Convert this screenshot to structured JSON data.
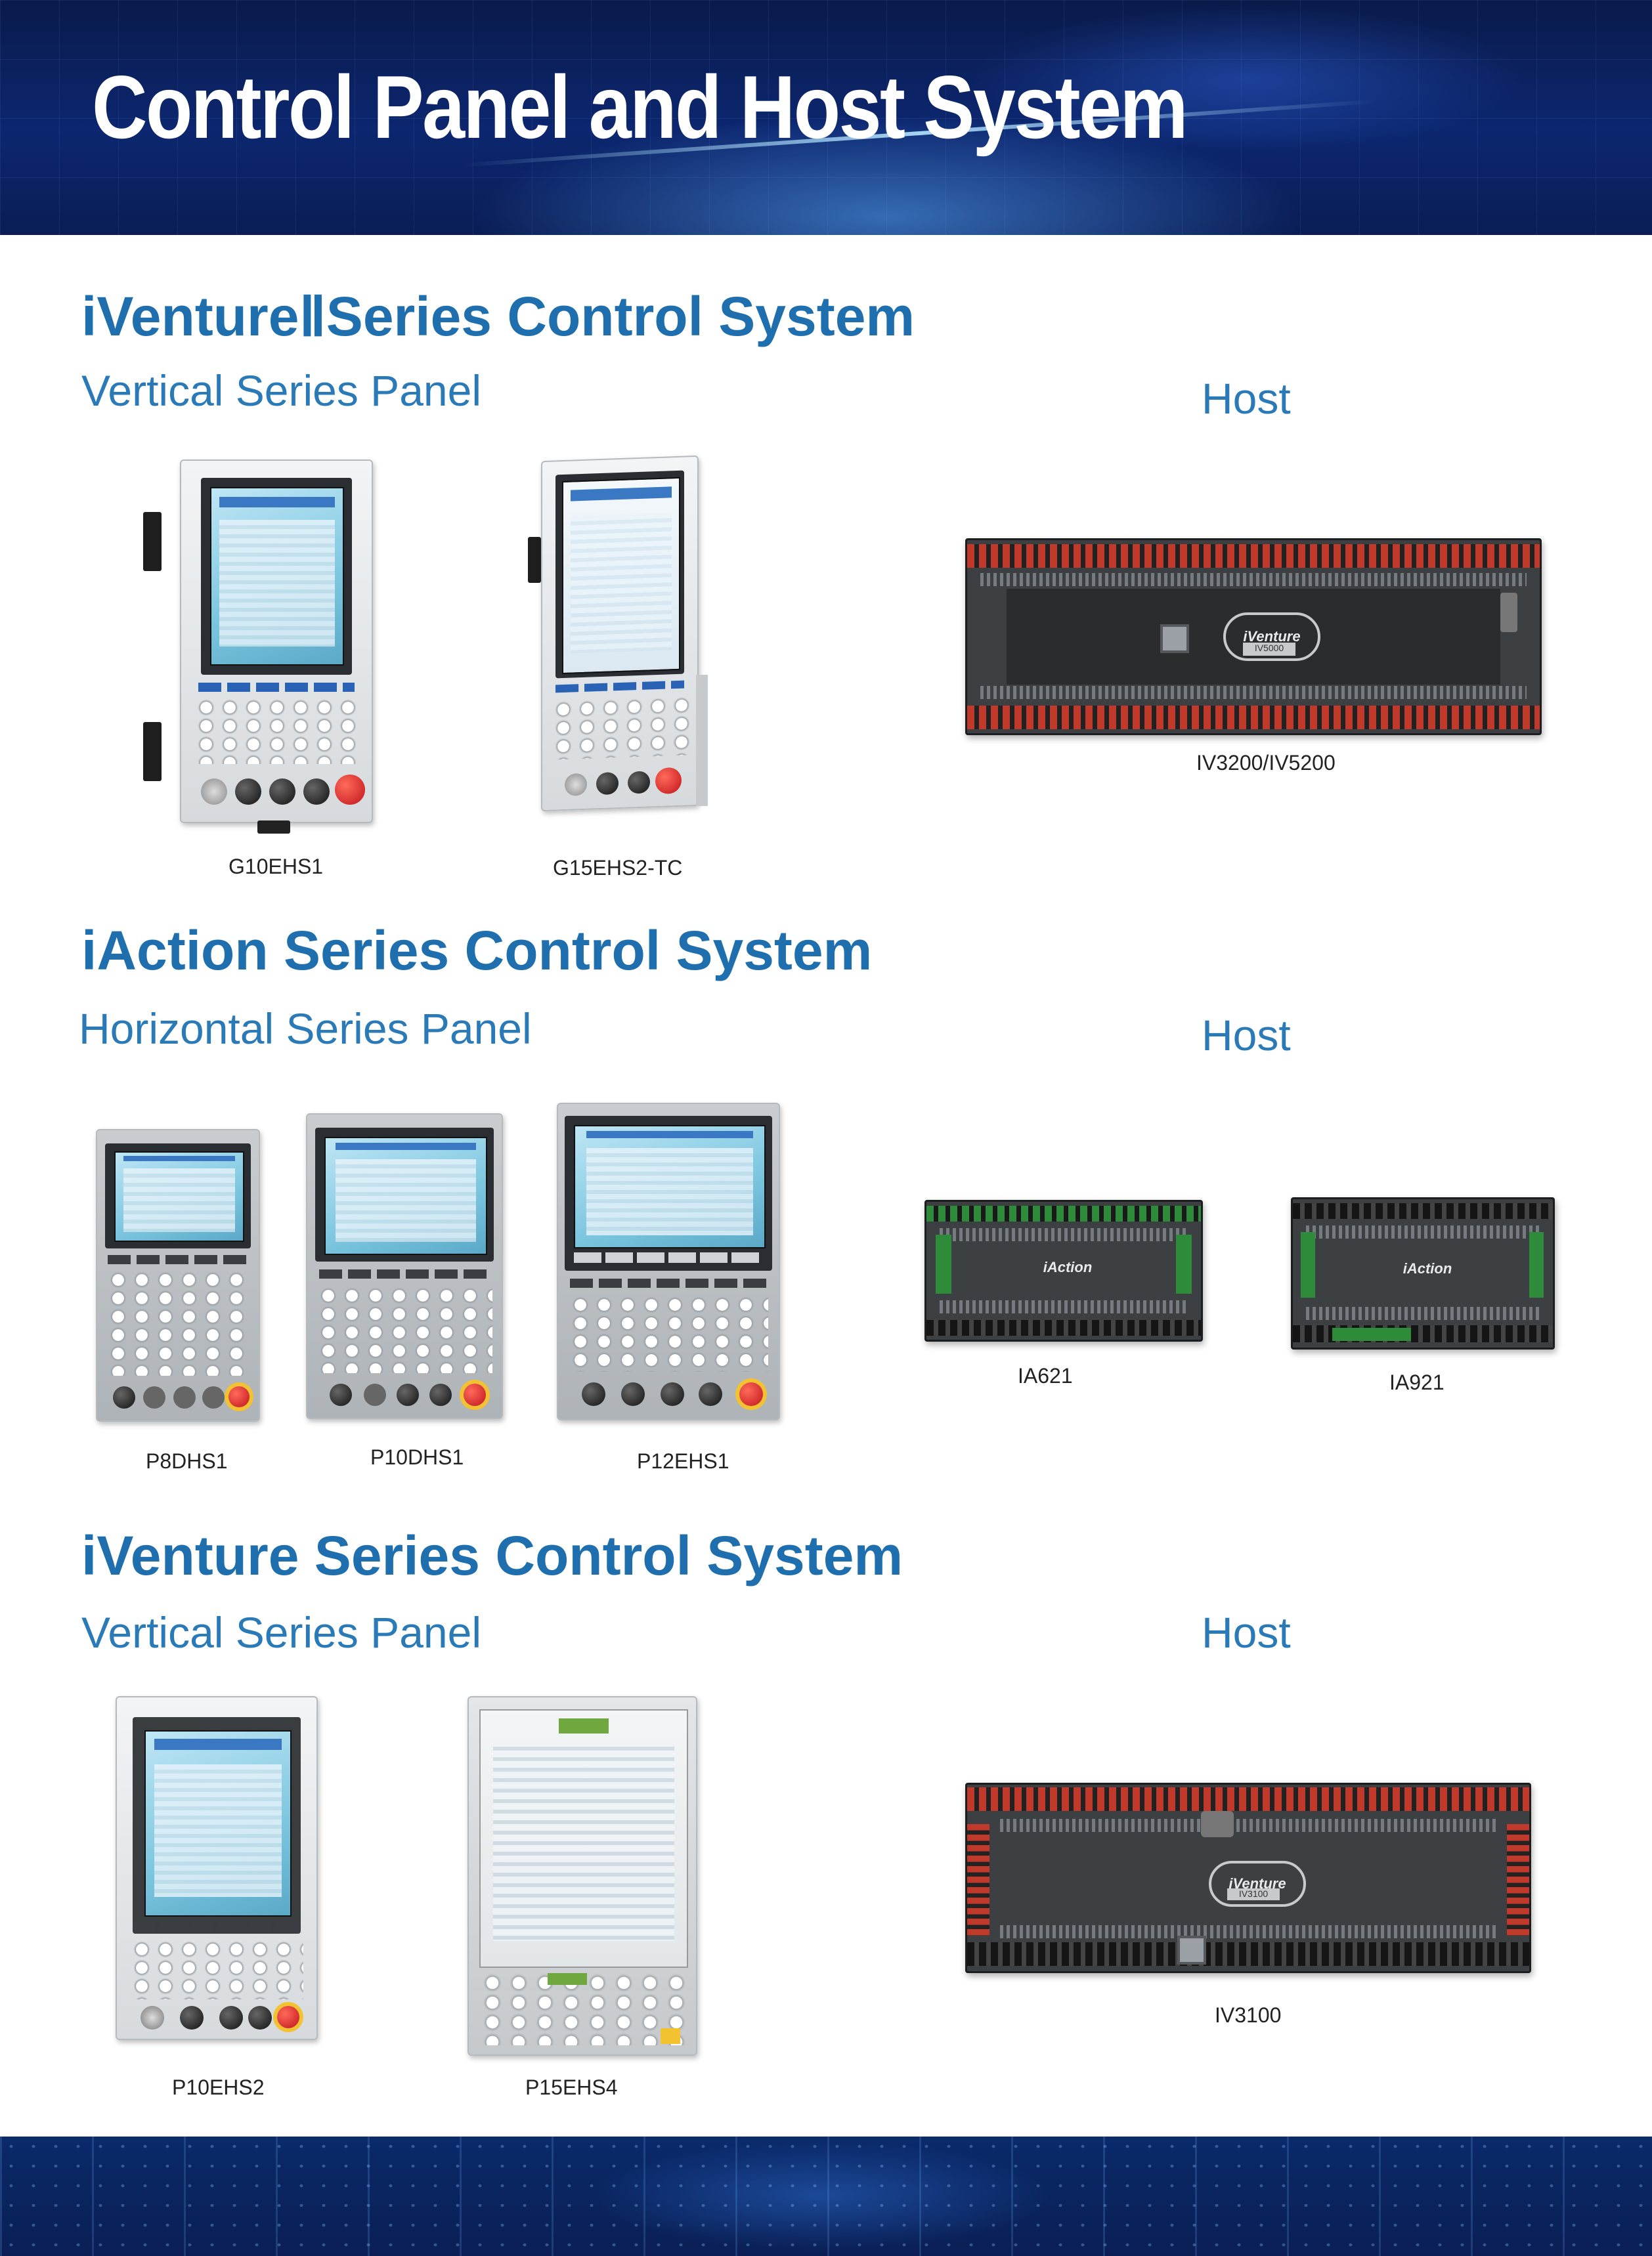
{
  "header": {
    "title": "Control Panel and Host System"
  },
  "sections": [
    {
      "title": "iVentureⅡSeries Control System",
      "panel_label": "Vertical Series Panel",
      "host_label": "Host",
      "panels": [
        "G10EHS1",
        "G15EHS2-TC"
      ],
      "hosts": [
        "IV3200/IV5200"
      ]
    },
    {
      "title": "iAction Series Control System",
      "panel_label": "Horizontal Series Panel",
      "host_label": "Host",
      "panels": [
        "P8DHS1",
        "P10DHS1",
        "P12EHS1"
      ],
      "hosts": [
        "IA621",
        "IA921"
      ]
    },
    {
      "title": "iVenture Series Control System",
      "panel_label": "Vertical Series Panel",
      "host_label": "Host",
      "panels": [
        "P10EHS2",
        "P15EHS4"
      ],
      "hosts": [
        "IV3100"
      ]
    }
  ],
  "host_logos": {
    "iventure": "iVenture",
    "iaction": "iAction",
    "iv5000": "IV5000",
    "iv3100": "IV3100"
  },
  "colors": {
    "heading_blue": "#1f6fae",
    "banner_navy": "#0c2770"
  }
}
